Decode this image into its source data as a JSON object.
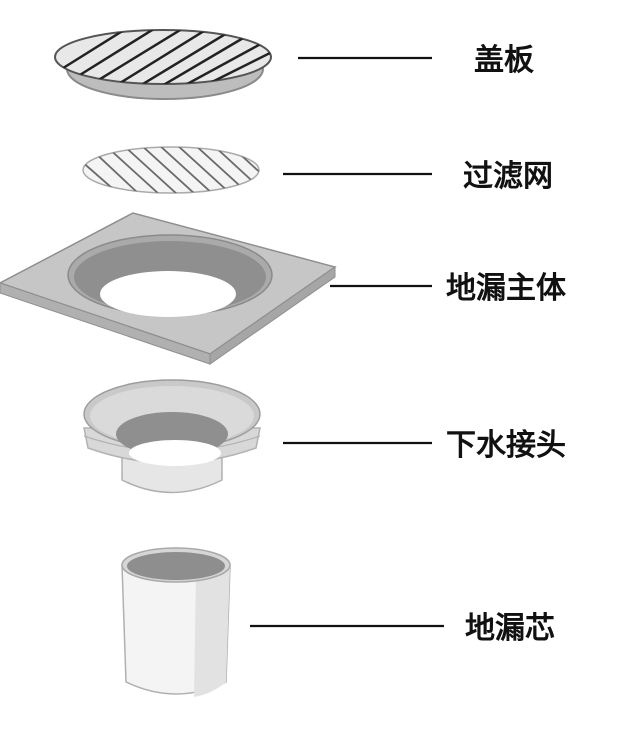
{
  "diagram": {
    "parts": [
      {
        "id": "cover",
        "label": "盖板"
      },
      {
        "id": "filter",
        "label": "过滤网"
      },
      {
        "id": "body",
        "label": "地漏主体"
      },
      {
        "id": "connector",
        "label": "下水接头"
      },
      {
        "id": "core",
        "label": "地漏芯"
      }
    ]
  },
  "colors": {
    "outline": "#9a9a9a",
    "light_fill": "#dcdcdc",
    "mid_fill": "#c4c4c4",
    "dark_fill": "#9e9e9e",
    "stripe": "#2a2a2a",
    "line": "#111111"
  }
}
